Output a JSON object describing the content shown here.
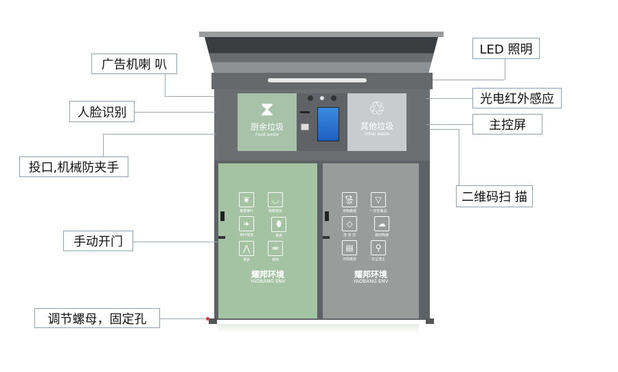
{
  "callouts": {
    "ad_speaker": "广告机喇 叭",
    "face_recognition": "人脸识别",
    "drop_port": "投口,机械防夹手",
    "manual_door": "手动开门",
    "adjust_nut": "调节螺母，固定孔",
    "led": "LED 照明",
    "infrared": "光电红外感应",
    "main_screen": "主控屏",
    "qr_scan": "二维码扫 描"
  },
  "panels": {
    "food": {
      "cn": "厨余垃圾",
      "en": "Food waste"
    },
    "other": {
      "cn": "其他垃圾",
      "en": "Other waste"
    }
  },
  "doors": {
    "left": {
      "icons": [
        {
          "icon": "leaf-icon",
          "label": "菜梗菜叶"
        },
        {
          "icon": "bowl-icon",
          "label": "剩菜剩饭"
        },
        {
          "icon": "tea-icon",
          "label": "茶叶残渣"
        },
        {
          "icon": "peanut-icon",
          "label": "果壳"
        },
        {
          "icon": "banana-peel-icon",
          "label": "果皮"
        },
        {
          "icon": "bone-icon",
          "label": "骨刺"
        }
      ],
      "brand_cn": "耀邦环境",
      "brand_en": "YAOBANG ENV"
    },
    "right": {
      "icons": [
        {
          "icon": "pet-icon",
          "label": "宠物粪便"
        },
        {
          "icon": "takeout-box-icon",
          "label": "一次性餐具"
        },
        {
          "icon": "tray-icon",
          "label": "渣 床 仿"
        },
        {
          "icon": "ceramic-icon",
          "label": "破旧陶瓷"
        },
        {
          "icon": "paper-icon",
          "label": "污损纸张"
        },
        {
          "icon": "broom-icon",
          "label": "灰尘渣土"
        }
      ],
      "brand_cn": "耀邦环境",
      "brand_en": "YAOBANG ENV"
    }
  },
  "colors": {
    "green_door": "#a4c3a3",
    "gray_door": "#9a9c9c",
    "frame": "#5e6165"
  }
}
